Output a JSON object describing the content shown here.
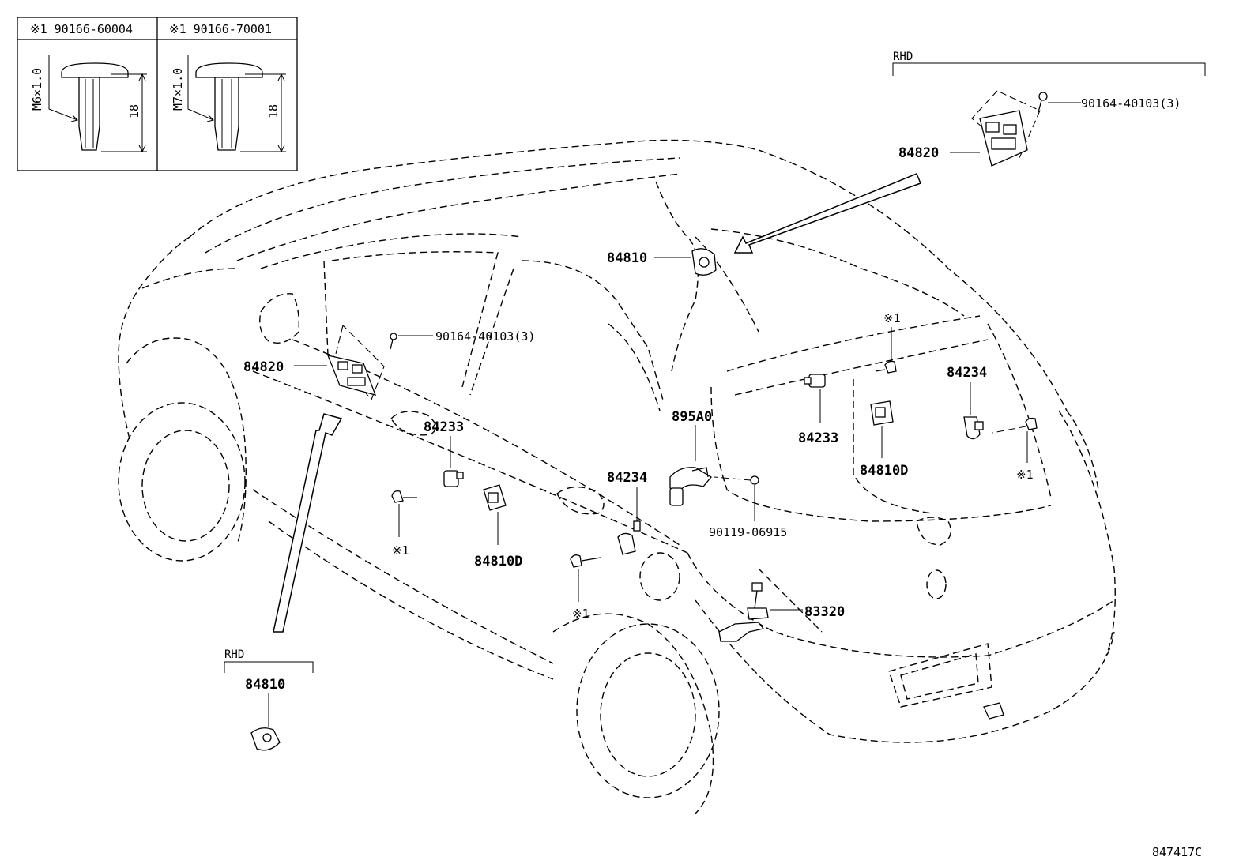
{
  "legend": {
    "col1_header": "※1 90166-60004",
    "col2_header": "※1 90166-70001",
    "col1_thread": "M6×1.0",
    "col2_thread": "M7×1.0",
    "col1_length": "18",
    "col2_length": "18"
  },
  "rhd_inset_top": {
    "label": "RHD",
    "screw_part": "90164-40103(3)",
    "switch_part": "84820"
  },
  "rhd_inset_bottom": {
    "label": "RHD",
    "switch_part": "84810"
  },
  "callouts": {
    "sw_84810_center": "84810",
    "sw_84820_left": "84820",
    "screw_90164_left": "90164-40103(3)",
    "front_84233": "84233",
    "front_clip_mark": "※1",
    "front_84810D": "84810D",
    "rear_84234": "84234",
    "rear_clip_mark": "※1",
    "part_895A0": "895A0",
    "bolt_90119": "90119-06915",
    "part_83320": "83320",
    "back_clip_mark_top": "※1",
    "back_84233": "84233",
    "back_84810D": "84810D",
    "back_84234": "84234",
    "back_clip_mark_right": "※1"
  },
  "diagram_code": "847417C"
}
